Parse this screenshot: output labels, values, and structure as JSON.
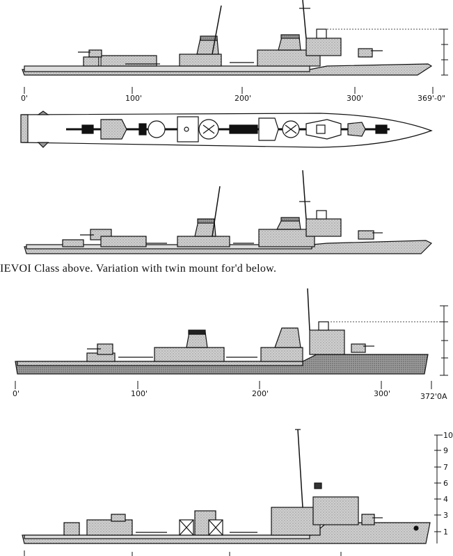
{
  "caption": "IEVOI Class above.  Variation with twin mount for'd below.",
  "scale_top": [
    "0'",
    "100'",
    "200'",
    "300'",
    "369'-0\""
  ],
  "scale_mid": [
    "0'",
    "100'",
    "200'",
    "300'",
    "372'0A"
  ],
  "height_scale_digits": [
    "10",
    "9",
    "7",
    "6",
    "4",
    "3",
    "1"
  ],
  "colors": {
    "ink": "#111111",
    "hull_fill": "#c9c9c9",
    "deck_fill": "#ffffff"
  }
}
